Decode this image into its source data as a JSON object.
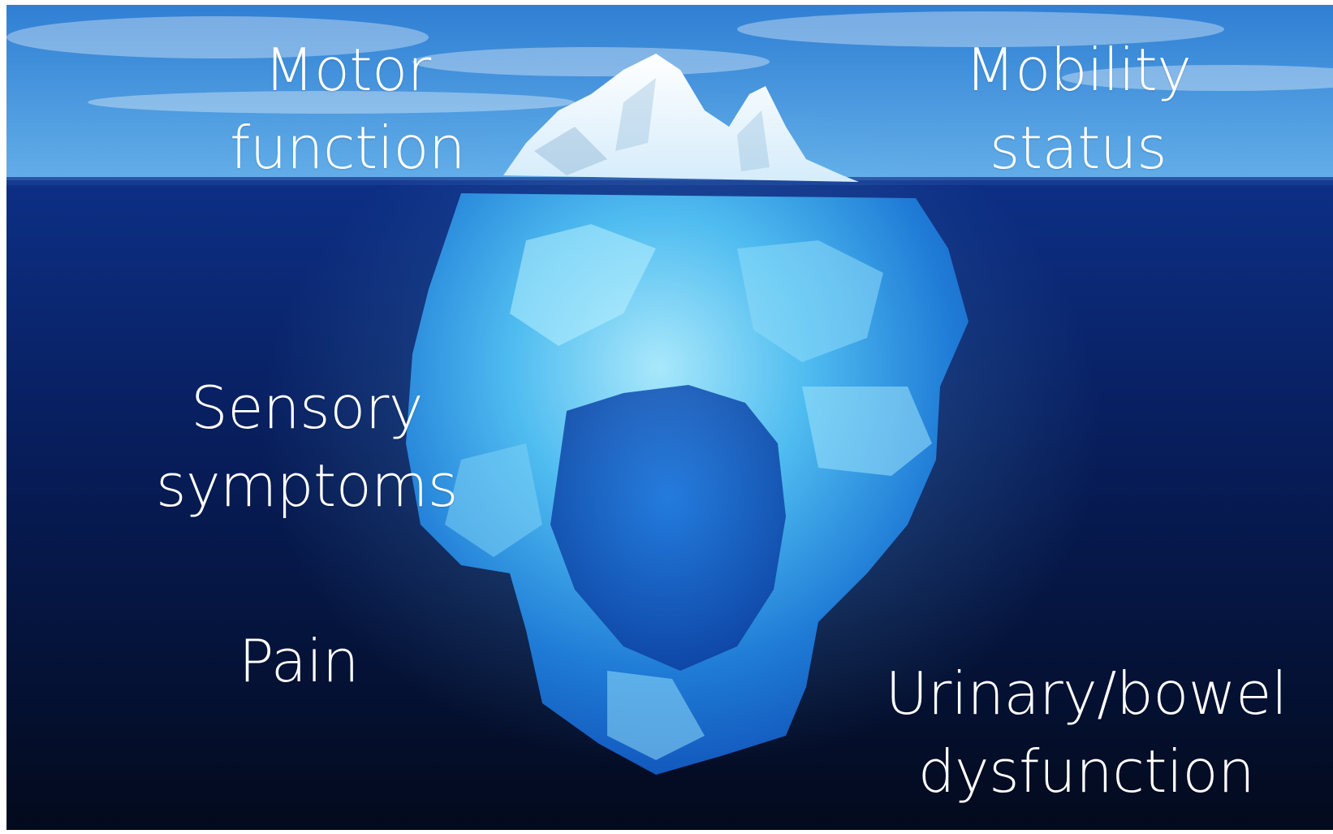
{
  "labels": {
    "top_left": [
      "Motor",
      "function"
    ],
    "top_right": [
      "Mobility",
      "status"
    ],
    "middle_left": [
      "Sensory",
      "symptoms"
    ],
    "bottom_left": [
      "Pain"
    ],
    "bottom_right": [
      "Urinary/bowel",
      "dysfunction"
    ]
  },
  "colors": {
    "sky_top": "#2f7fd4",
    "sky_bottom": "#63aee8",
    "water_top": "#0d2f86",
    "water_bottom": "#030a1c",
    "ice_light": "#a9e8fb",
    "ice_mid": "#2f9fe6",
    "ice_dark": "#0f4fb6",
    "tip": "#f4fbff",
    "label": "#ffffff"
  }
}
